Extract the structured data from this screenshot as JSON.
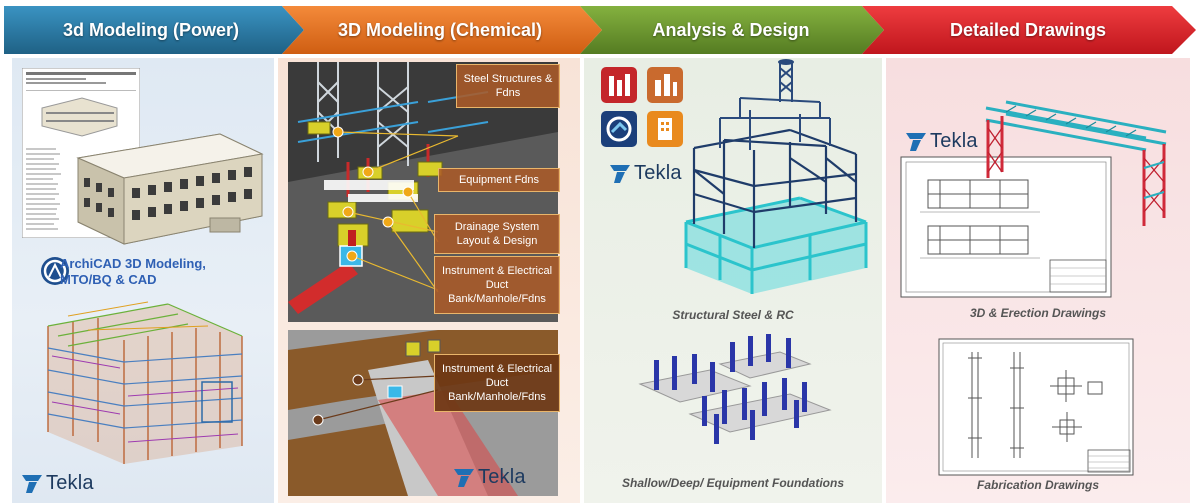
{
  "stages": [
    {
      "label": "3d Modeling (Power)",
      "color": "#2e7ca6"
    },
    {
      "label": "3D Modeling (Chemical)",
      "color": "#e57222"
    },
    {
      "label": "Analysis & Design",
      "color": "#6f9a31"
    },
    {
      "label": "Detailed Drawings",
      "color": "#e0262e"
    }
  ],
  "power": {
    "archicad_line1": "ArchiCAD 3D Modeling,",
    "archicad_line2": "MTO/BQ & CAD",
    "tekla": "Tekla"
  },
  "chemical": {
    "callouts": {
      "steel": "Steel Structures & Fdns",
      "equipment": "Equipment Fdns",
      "drainage": "Drainage System Layout & Design",
      "instrument1": "Instrument & Electrical Duct Bank/Manhole/Fdns",
      "instrument2": "Instrument & Electrical Duct Bank/Manhole/Fdns"
    },
    "tekla": "Tekla"
  },
  "analysis": {
    "tekla": "Tekla",
    "caption_steel": "Structural Steel & RC",
    "caption_foundations": "Shallow/Deep/ Equipment Foundations"
  },
  "drawings": {
    "tekla": "Tekla",
    "caption_erection": "3D & Erection Drawings",
    "caption_fabrication": "Fabrication Drawings"
  }
}
